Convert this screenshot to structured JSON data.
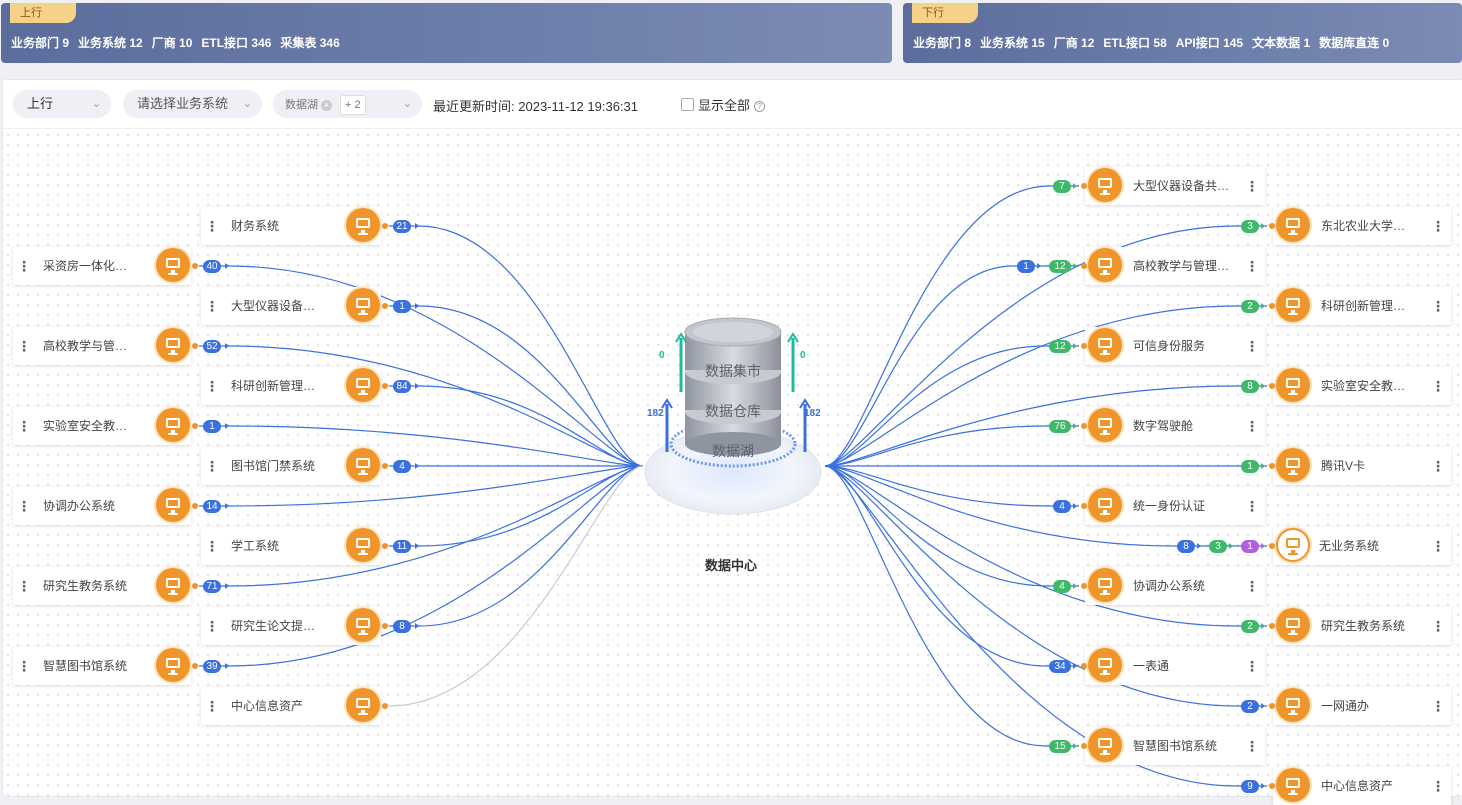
{
  "upstream": {
    "tag": "上行",
    "stats": [
      "业务部门 9",
      "业务系统 12",
      "厂商 10",
      "ETL接口 346",
      "采集表 346"
    ]
  },
  "downstream": {
    "tag": "下行",
    "stats": [
      "业务部门 8",
      "业务系统 15",
      "厂商 12",
      "ETL接口 58",
      "API接口 145",
      "文本数据 1",
      "数据库直连 0"
    ]
  },
  "toolbar": {
    "direction": "上行",
    "system_placeholder": "请选择业务系统",
    "target_chip": "数据湖",
    "more_chip": "+ 2",
    "updated_label": "最近更新时间:",
    "updated_time": "2023-11-12 19:36:31",
    "show_all": "显示全部"
  },
  "center": {
    "label": "数据中心",
    "layers": [
      "数据集市",
      "数据仓库",
      "数据湖"
    ],
    "left_top_count": "0",
    "left_bottom_count": "182",
    "right_top_count": "0",
    "right_bottom_count": "182"
  },
  "left_nodes": [
    {
      "name": "财务系统",
      "count": "21"
    },
    {
      "name": "采资房一体化系统",
      "count": "40"
    },
    {
      "name": "大型仪器设备共享平台",
      "count": "1"
    },
    {
      "name": "高校教学与管理系统",
      "count": "52"
    },
    {
      "name": "科研创新管理服务平台",
      "count": "84"
    },
    {
      "name": "实验室安全教育系统",
      "count": "1"
    },
    {
      "name": "图书馆门禁系统",
      "count": "4"
    },
    {
      "name": "协调办公系统",
      "count": "14"
    },
    {
      "name": "学工系统",
      "count": "11"
    },
    {
      "name": "研究生教务系统",
      "count": "71"
    },
    {
      "name": "研究生论文提交系统",
      "count": "8"
    },
    {
      "name": "智慧图书馆系统",
      "count": "39"
    },
    {
      "name": "中心信息资产",
      "count": ""
    }
  ],
  "right_nodes": [
    {
      "name": "大型仪器设备共享平台",
      "badges": [
        {
          "v": "7",
          "c": "green"
        }
      ]
    },
    {
      "name": "东北农业大学高校平台",
      "badges": [
        {
          "v": "3",
          "c": "green"
        }
      ]
    },
    {
      "name": "高校教学与管理系统",
      "badges": [
        {
          "v": "1",
          "c": "blue"
        },
        {
          "v": "12",
          "c": "green"
        }
      ]
    },
    {
      "name": "科研创新管理服务平台",
      "badges": [
        {
          "v": "2",
          "c": "green"
        }
      ]
    },
    {
      "name": "可信身份服务",
      "badges": [
        {
          "v": "12",
          "c": "green"
        }
      ]
    },
    {
      "name": "实验室安全教育系统",
      "badges": [
        {
          "v": "8",
          "c": "green"
        }
      ]
    },
    {
      "name": "数字驾驶舱",
      "badges": [
        {
          "v": "76",
          "c": "green"
        }
      ]
    },
    {
      "name": "腾讯V卡",
      "badges": [
        {
          "v": "1",
          "c": "green"
        }
      ]
    },
    {
      "name": "统一身份认证",
      "badges": [
        {
          "v": "4",
          "c": "blue"
        }
      ]
    },
    {
      "name": "无业务系统",
      "badges": [
        {
          "v": "8",
          "c": "blue"
        },
        {
          "v": "3",
          "c": "green"
        },
        {
          "v": "1",
          "c": "purple"
        }
      ]
    },
    {
      "name": "协调办公系统",
      "badges": [
        {
          "v": "4",
          "c": "green"
        }
      ]
    },
    {
      "name": "研究生教务系统",
      "badges": [
        {
          "v": "2",
          "c": "green"
        }
      ]
    },
    {
      "name": "一表通",
      "badges": [
        {
          "v": "34",
          "c": "blue"
        }
      ]
    },
    {
      "name": "一网通办",
      "badges": [
        {
          "v": "2",
          "c": "blue"
        }
      ]
    },
    {
      "name": "智慧图书馆系统",
      "badges": [
        {
          "v": "15",
          "c": "green"
        }
      ]
    },
    {
      "name": "中心信息资产",
      "badges": [
        {
          "v": "9",
          "c": "blue"
        }
      ]
    }
  ],
  "colors": {
    "blue": "#3a70e0",
    "green": "#3fb86a",
    "purple": "#b060e0",
    "orange": "#f0952a",
    "teal": "#1abc9c"
  }
}
